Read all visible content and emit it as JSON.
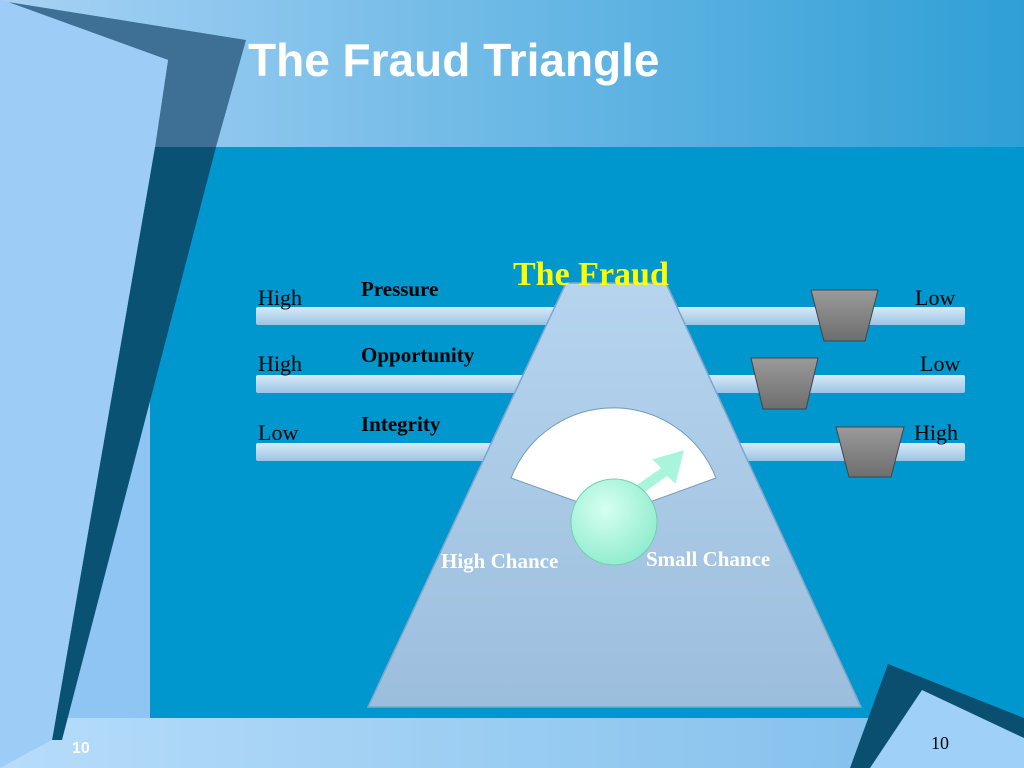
{
  "slide": {
    "title": "The Fraud Triangle",
    "number_left": "10",
    "number_right": "10"
  },
  "diagram": {
    "center_label": "The Fraud",
    "rows": [
      {
        "factor": "Pressure",
        "left_label": "High",
        "right_label": "Low"
      },
      {
        "factor": "Opportunity",
        "left_label": "High",
        "right_label": "Low"
      },
      {
        "factor": "Integrity",
        "left_label": "Low",
        "right_label": "High"
      }
    ],
    "gauge": {
      "left_label": "High Chance",
      "right_label": "Small Chance"
    }
  },
  "colors": {
    "background_light": "#8ec5f2",
    "panel": "#0098d0",
    "dark_accent": "#0a4f70",
    "triangle": "#a9c9e6",
    "bar": "#b3d3ef",
    "weight": "#8a8a8a",
    "knob": "#a8f5dc",
    "title_text": "#ffffff",
    "fraud_text": "#ffff00"
  }
}
